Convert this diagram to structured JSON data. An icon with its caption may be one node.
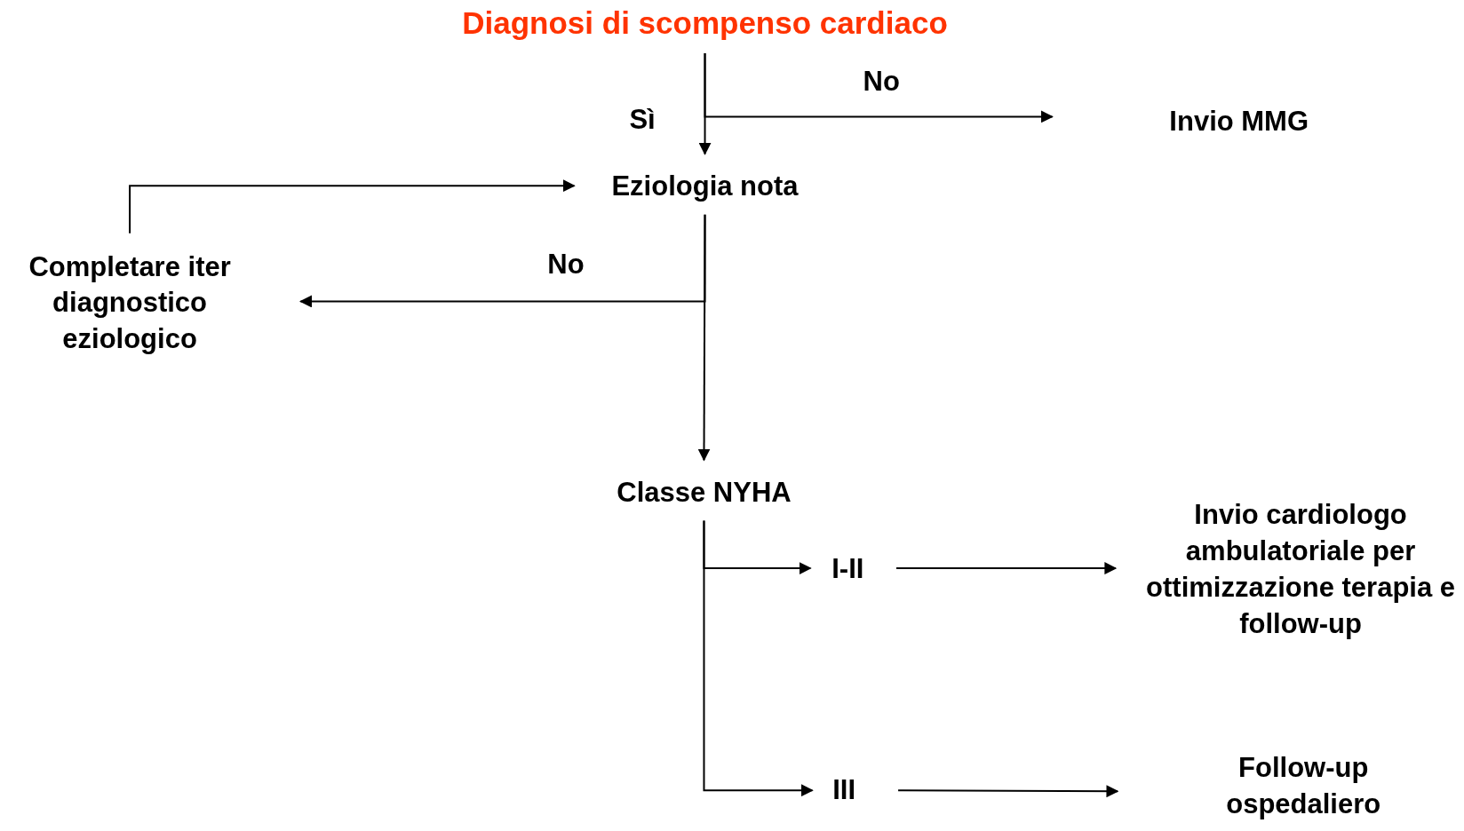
{
  "diagram": {
    "nodes": [
      {
        "text": [
          "Diagnosi di scompenso cardiaco"
        ]
      },
      {
        "text": [
          "Invio MMG"
        ]
      },
      {
        "text": [
          "Eziologia nota"
        ]
      },
      {
        "text": [
          "Completare iter diagnostico eziologico"
        ]
      },
      {
        "text": [
          "Classe NYHA"
        ]
      },
      {
        "text": [
          "I-II"
        ]
      },
      {
        "text": [
          "Invio cardiologo ambulatoriale per ottimizzazione terapia e follow-up"
        ]
      },
      {
        "text": [
          "III"
        ]
      },
      {
        "text": [
          "Follow-up ospedaliero"
        ]
      }
    ],
    "edges": [
      {
        "from": 0,
        "to": 2,
        "arrow": "to",
        "label": "Sì"
      },
      {
        "from": 0,
        "to": 1,
        "arrow": "to",
        "label": "No"
      },
      {
        "from": 2,
        "to": 3,
        "arrow": "to",
        "label": "No"
      },
      {
        "from": 3,
        "to": 2,
        "arrow": "to"
      },
      {
        "from": 2,
        "to": 4,
        "arrow": "to"
      },
      {
        "from": 4,
        "to": 5,
        "arrow": "to"
      },
      {
        "from": 5,
        "to": 6,
        "arrow": "to"
      },
      {
        "from": 4,
        "to": 7,
        "arrow": "to"
      },
      {
        "from": 7,
        "to": 8,
        "arrow": "to"
      }
    ]
  }
}
